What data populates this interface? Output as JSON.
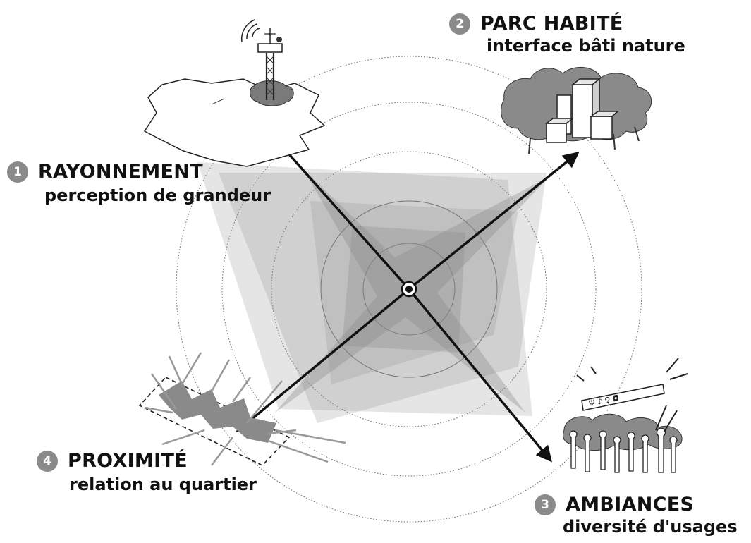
{
  "axes": [
    {
      "number": "1",
      "title": "RAYONNEMENT",
      "subtitle": "perception de grandeur",
      "illustration": "tv-tower-over-city-map"
    },
    {
      "number": "2",
      "title": "PARC HABITÉ",
      "subtitle": "interface bâti nature",
      "illustration": "buildings-among-trees"
    },
    {
      "number": "3",
      "title": "AMBIANCES",
      "subtitle": "diversité d'usages",
      "illustration": "festive-crowd-under-banner"
    },
    {
      "number": "4",
      "title": "PROXIMITÉ",
      "subtitle": "relation au quartier",
      "illustration": "neighbourhood-paths"
    }
  ],
  "colors": {
    "text": "#111111",
    "badge": "#8a8a8a",
    "arrow": "#111111",
    "shading": "#9a9a9a",
    "rings": "#666666"
  }
}
